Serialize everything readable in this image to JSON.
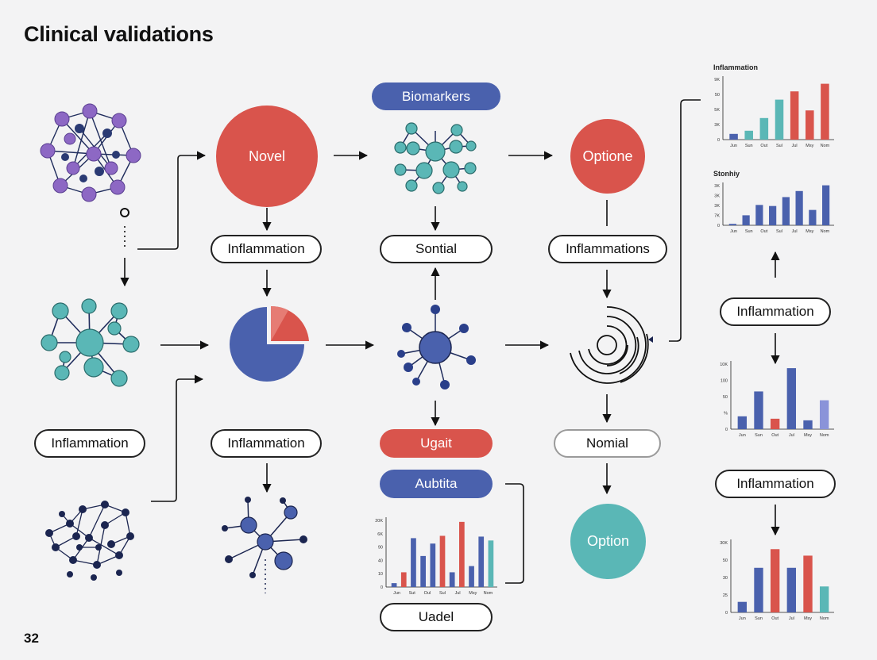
{
  "header": {
    "title": "Clinical validations"
  },
  "footer": {
    "page_number": "32"
  },
  "colors": {
    "red": "#d9544c",
    "blue": "#4a61ad",
    "teal": "#5ab7b6",
    "purple": "#8d68c4",
    "navy": "#2a3a73",
    "light_blue": "#8a93d9"
  },
  "nodes": {
    "pill_inflammation_col1": "Inflammation",
    "pill_inflammation_col2_top": "Inflammation",
    "pill_inflammation_col2_bottom": "Inflammation",
    "pill_biomarkers": "Biomarkers",
    "pill_sontial": "Sontial",
    "pill_ugait": "Ugait",
    "pill_aubtita": "Aubtita",
    "pill_uadel": "Uadel",
    "pill_inflammations": "Inflammations",
    "pill_nomial": "Nomial",
    "pill_inflammation_col5_mid": "Inflammation",
    "pill_inflammation_col5_bottom": "Inflammation",
    "circle_novel": "Novel",
    "circle_optione": "Optione",
    "circle_option": "Option"
  },
  "chart_data": [
    {
      "type": "bar",
      "title": "Inflammation",
      "categories": [
        "Jun",
        "Sun",
        "Out",
        "Sul",
        "Jul",
        "Msy",
        "Nom"
      ],
      "values": [
        9,
        14,
        34,
        63,
        76,
        46,
        88
      ],
      "colors": [
        "blue",
        "teal",
        "teal",
        "teal",
        "red",
        "red",
        "red"
      ],
      "yticks": [
        "0",
        "3K",
        "5K",
        "50",
        "9K"
      ],
      "ylim": [
        0,
        100
      ]
    },
    {
      "type": "bar",
      "title": "Stonhiy",
      "categories": [
        "Jun",
        "Sun",
        "Out",
        "Sul",
        "Jul",
        "Msy",
        "Nom"
      ],
      "values": [
        4,
        28,
        57,
        54,
        79,
        96,
        43,
        112
      ],
      "colors": [
        "blue",
        "blue",
        "blue",
        "blue",
        "blue",
        "blue",
        "blue",
        "blue"
      ],
      "yticks": [
        "0",
        "7K",
        "3K",
        "3K",
        "3K"
      ],
      "ylim": [
        0,
        120
      ]
    },
    {
      "type": "bar",
      "title": "",
      "categories": [
        "Jun",
        "Sun",
        "Out",
        "Jul",
        "Msy",
        "Nom"
      ],
      "values": [
        16,
        47,
        13,
        76,
        11,
        36
      ],
      "colors": [
        "blue",
        "blue",
        "red",
        "blue",
        "blue",
        "light_blue"
      ],
      "yticks": [
        "0",
        "%",
        "50",
        "100",
        "10K"
      ],
      "ylim": [
        0,
        85
      ]
    },
    {
      "type": "bar",
      "title": "",
      "categories": [
        "Jun",
        "Sun",
        "Out",
        "Jul",
        "Msy",
        "Nom"
      ],
      "values": [
        13,
        55,
        78,
        55,
        70,
        32
      ],
      "colors": [
        "blue",
        "blue",
        "red",
        "blue",
        "red",
        "teal"
      ],
      "yticks": [
        "0",
        "25",
        "30",
        "50",
        "30K"
      ],
      "ylim": [
        0,
        90
      ]
    },
    {
      "type": "bar",
      "title": "",
      "categories": [
        "Jun",
        "Sut",
        "Oul",
        "Sul",
        "Jul",
        "Msy",
        "Nom"
      ],
      "values": [
        5,
        19,
        63,
        40,
        56,
        66,
        19,
        84,
        27,
        65,
        60
      ],
      "colors": [
        "blue",
        "red",
        "blue",
        "blue",
        "blue",
        "red",
        "blue",
        "red",
        "blue",
        "blue",
        "teal"
      ],
      "yticks": [
        "0",
        "10",
        "40",
        "90",
        "6K",
        "20K"
      ],
      "ylim": [
        0,
        90
      ]
    }
  ]
}
